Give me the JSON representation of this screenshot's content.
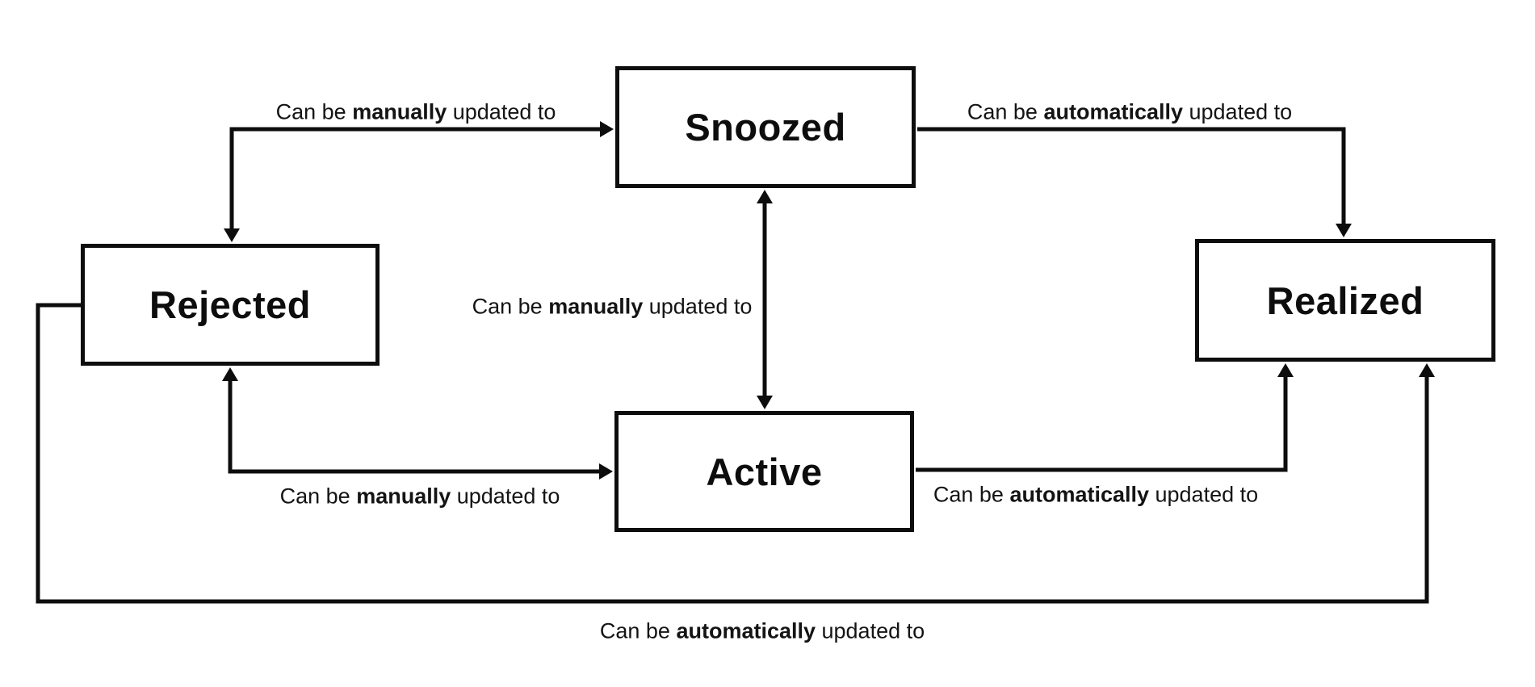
{
  "colors": {
    "background": "#ffffff",
    "line": "#0d0d0d",
    "text": "#141414"
  },
  "states": {
    "snoozed": {
      "label": "Snoozed"
    },
    "rejected": {
      "label": "Rejected"
    },
    "realized": {
      "label": "Realized"
    },
    "active": {
      "label": "Active"
    }
  },
  "transitions": {
    "rejected_snoozed": {
      "from": "Rejected",
      "to": "Snoozed",
      "bidirectional": true,
      "pre": "Can be ",
      "emph": "manually",
      "post": " updated to"
    },
    "snoozed_active": {
      "from": "Snoozed",
      "to": "Active",
      "bidirectional": true,
      "pre": "Can be ",
      "emph": "manually",
      "post": " updated to"
    },
    "snoozed_realized": {
      "from": "Snoozed",
      "to": "Realized",
      "bidirectional": false,
      "pre": "Can be ",
      "emph": "automatically",
      "post": " updated to"
    },
    "rejected_active": {
      "from": "Rejected",
      "to": "Active",
      "bidirectional": true,
      "pre": "Can be ",
      "emph": "manually",
      "post": " updated to"
    },
    "active_realized": {
      "from": "Active",
      "to": "Realized",
      "bidirectional": false,
      "pre": "Can be ",
      "emph": "automatically",
      "post": " updated to"
    },
    "rejected_realized": {
      "from": "Rejected",
      "to": "Realized",
      "bidirectional": false,
      "pre": "Can be ",
      "emph": "automatically",
      "post": " updated to"
    }
  }
}
